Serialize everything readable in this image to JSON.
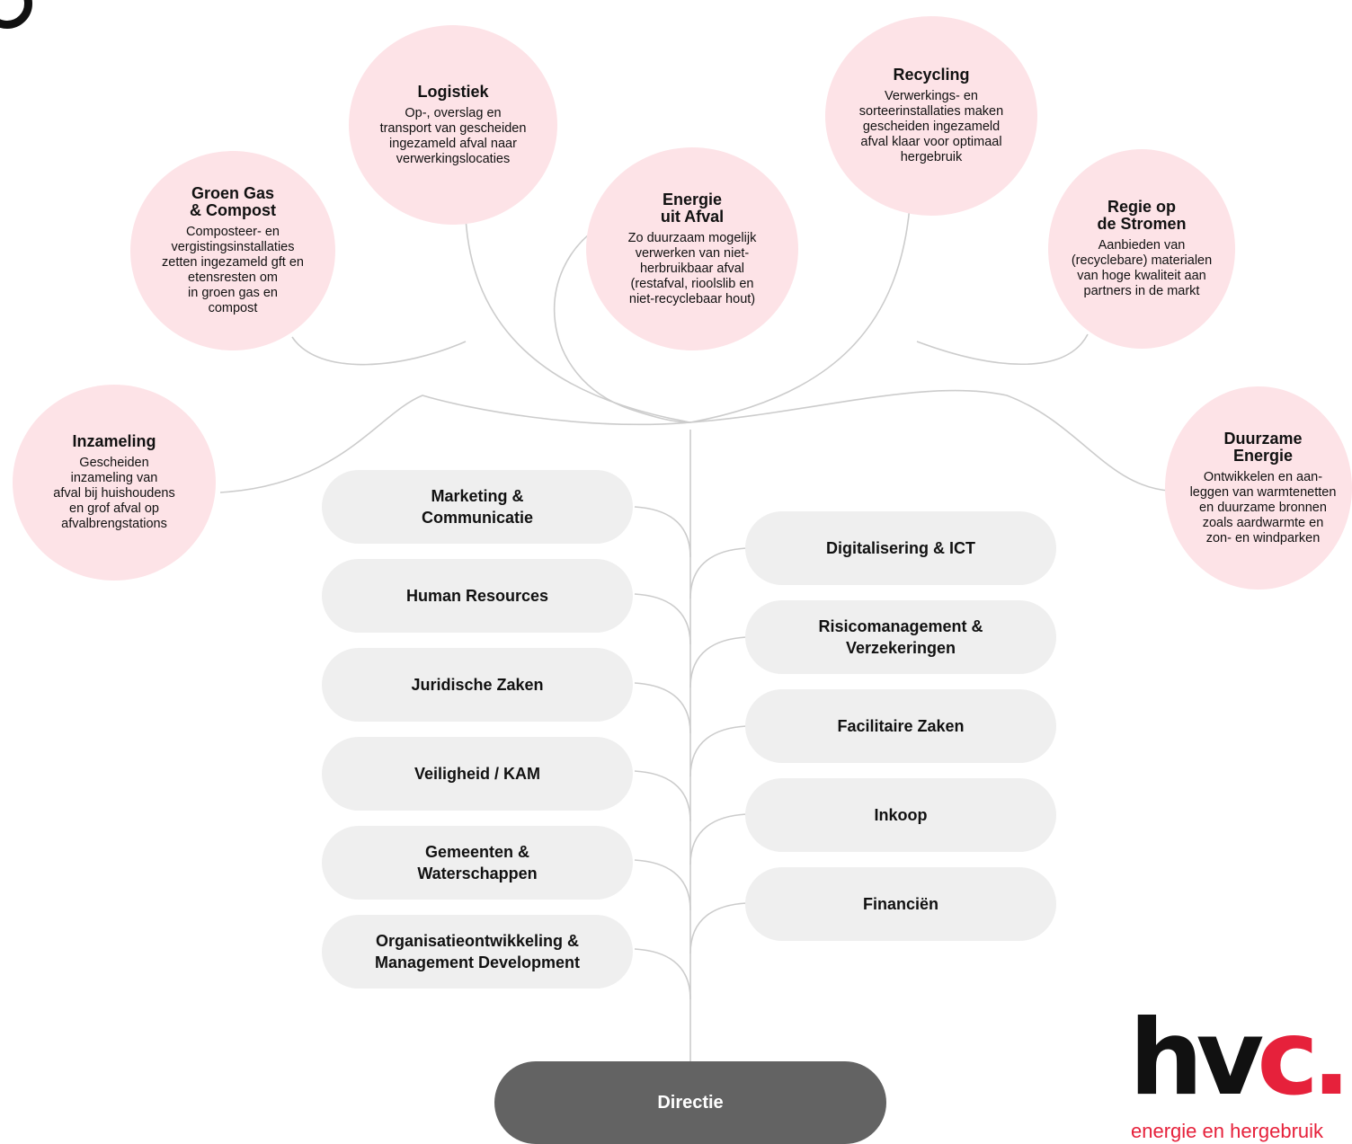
{
  "bubbles": {
    "logistiek": {
      "title": "Logistiek",
      "desc": "Op-, overslag en\ntransport van gescheiden\ningezameld afval naar\nverwerkingslocaties"
    },
    "recycling": {
      "title": "Recycling",
      "desc": "Verwerkings- en\nsorteerinstallaties maken\ngescheiden ingezameld\nafval klaar voor optimaal\nhergebruik"
    },
    "groen_gas": {
      "title": "Groen Gas\n& Compost",
      "desc": "Composteer- en\nvergistingsinstallaties\nzetten ingezameld gft en\netensresten om\nin groen gas en\ncompost"
    },
    "energie_afval": {
      "title": "Energie\nuit Afval",
      "desc": "Zo duurzaam mogelijk\nverwerken van niet-\nherbruikbaar afval\n(restafval, rioolslib en\nniet-recyclebaar hout)"
    },
    "regie": {
      "title": "Regie op\nde Stromen",
      "desc": "Aanbieden van\n(recyclebare) materialen\nvan hoge kwaliteit aan\npartners in de markt"
    },
    "inzameling": {
      "title": "Inzameling",
      "desc": "Gescheiden\ninzameling van\nafval bij huishoudens\nen grof afval op\nafvalbrengstations"
    },
    "duurzame": {
      "title": "Duurzame\nEnergie",
      "desc": "Ontwikkelen en aan-\nleggen van warmtenetten\nen duurzame bronnen\nzoals aardwarmte en\nzon- en windparken"
    }
  },
  "left_departments": [
    "Marketing &\nCommunicatie",
    "Human Resources",
    "Juridische Zaken",
    "Veiligheid / KAM",
    "Gemeenten &\nWaterschappen",
    "Organisatieontwikkeling &\nManagement Development"
  ],
  "right_departments": [
    "Digitalisering & ICT",
    "Risicomanagement &\nVerzekeringen",
    "Facilitaire Zaken",
    "Inkoop",
    "Financiën"
  ],
  "root": "Directie",
  "logo": {
    "word_main": "hv",
    "word_accent": "c.",
    "tagline": "energie en hergebruik"
  },
  "colors": {
    "bubble": "#fde3e7",
    "pill": "#efefef",
    "root": "#636363",
    "accent": "#e6213b",
    "line": "#cccccc"
  }
}
